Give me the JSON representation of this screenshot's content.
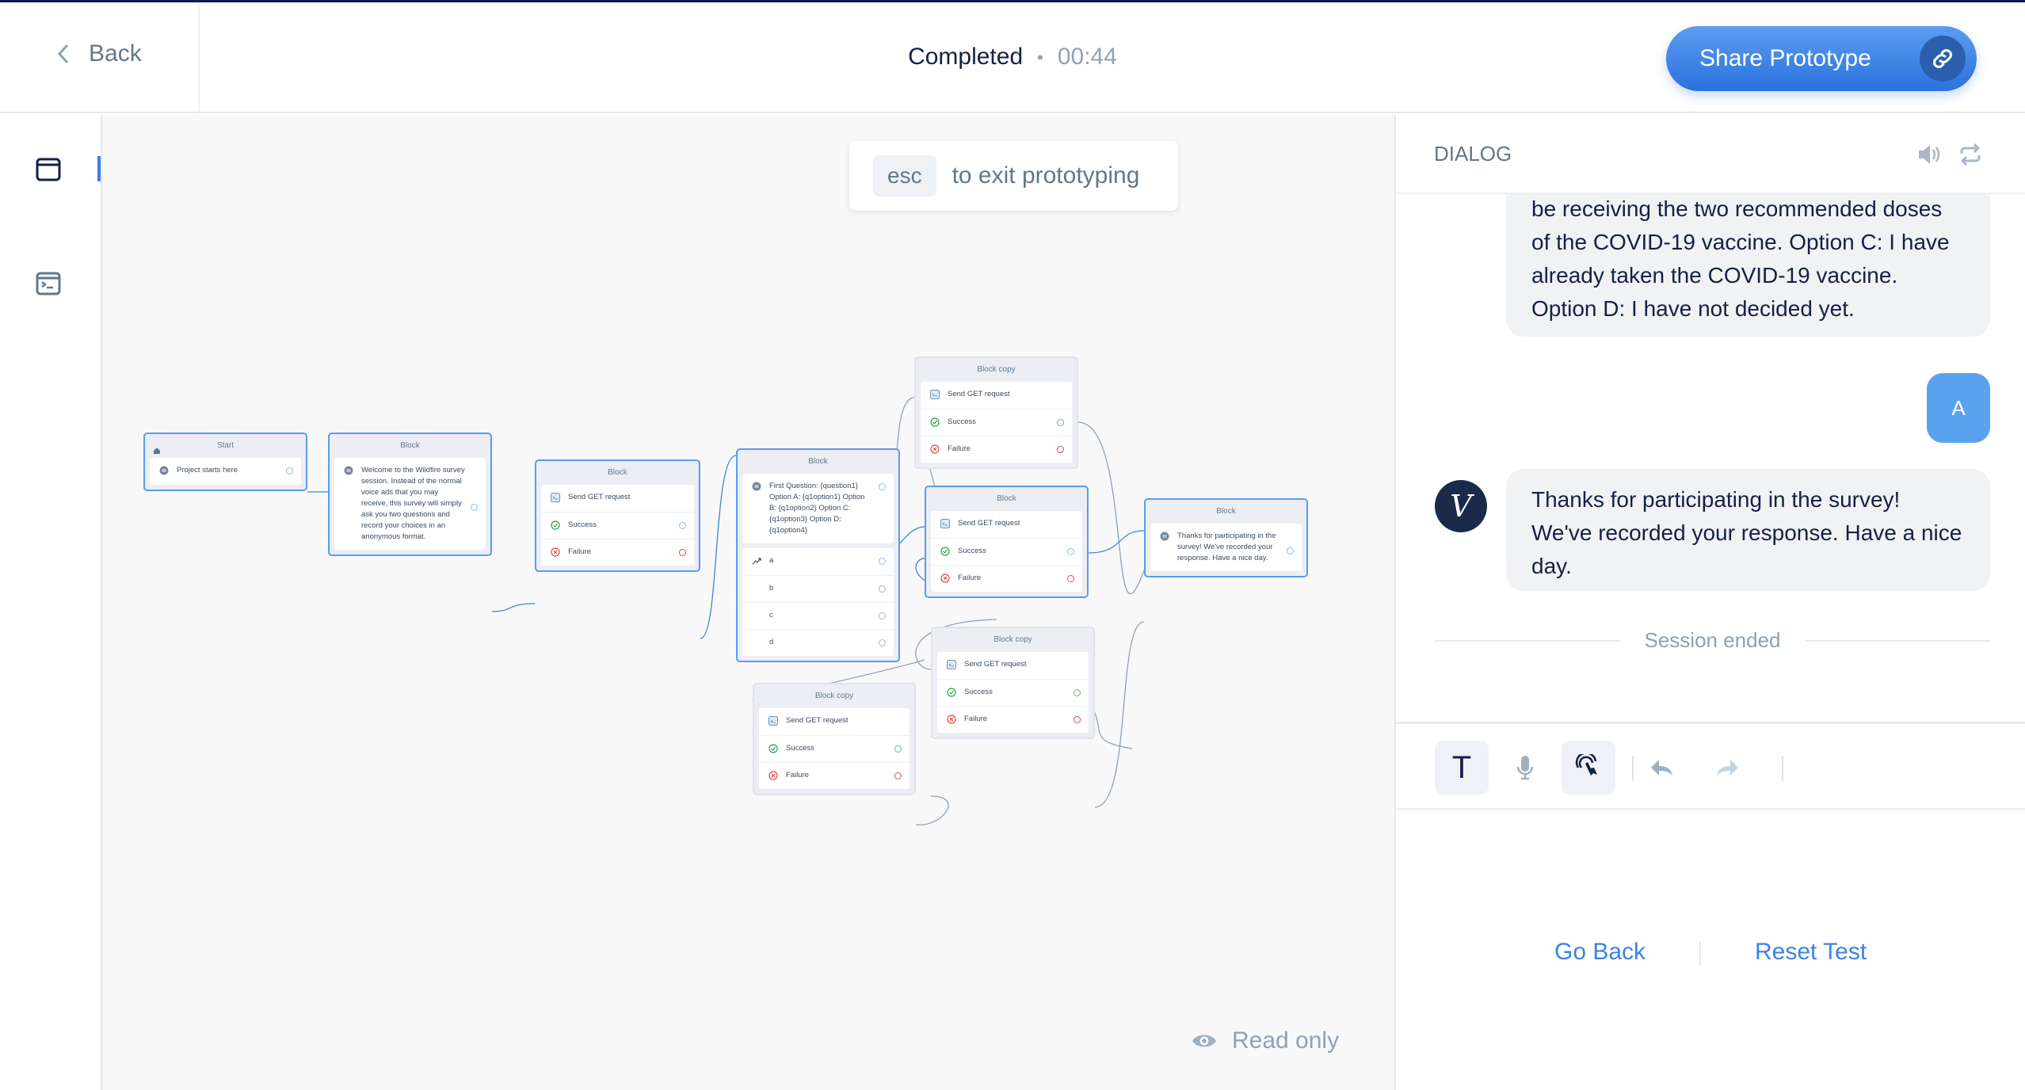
{
  "header": {
    "back_label": "Back",
    "status": "Completed",
    "separator": "•",
    "timer": "00:44",
    "share_label": "Share Prototype"
  },
  "sidebar": {
    "items": [
      {
        "icon": "canvas-icon",
        "active": true
      },
      {
        "icon": "code-terminal-icon",
        "active": false
      }
    ]
  },
  "canvas": {
    "esc_key": "esc",
    "esc_hint": "to exit prototyping",
    "read_only": "Read only",
    "blocks": [
      {
        "title": "Start",
        "home": true,
        "rows": [
          {
            "type": "speak",
            "label": "Project starts here"
          }
        ]
      },
      {
        "title": "Block",
        "rows": [
          {
            "type": "speak",
            "label": "Welcome to the Wildfire survey session. Instead of the normal voice ads that you may receive, this survey will simply ask you two questions and record your choices in an anonymous format."
          }
        ]
      },
      {
        "title": "Block",
        "rows": [
          {
            "type": "api",
            "label": "Send GET request"
          },
          {
            "type": "success",
            "label": "Success"
          },
          {
            "type": "failure",
            "label": "Failure"
          }
        ]
      },
      {
        "title": "Block",
        "rows": [
          {
            "type": "speak",
            "label": "First Question: {question1} Option A: {q1option1} Option B: {q1option2} Option C: {q1option3} Option D: {q1option4}"
          },
          {
            "type": "choice",
            "label": "a"
          },
          {
            "type": "plain",
            "label": "b"
          },
          {
            "type": "plain",
            "label": "c"
          },
          {
            "type": "plain",
            "label": "d"
          }
        ]
      },
      {
        "title": "Block copy",
        "rows": [
          {
            "type": "api",
            "label": "Send GET request"
          },
          {
            "type": "success",
            "label": "Success"
          },
          {
            "type": "failure",
            "label": "Failure"
          }
        ]
      },
      {
        "title": "Block",
        "rows": [
          {
            "type": "api",
            "label": "Send GET request"
          },
          {
            "type": "success",
            "label": "Success"
          },
          {
            "type": "failure",
            "label": "Failure"
          }
        ]
      },
      {
        "title": "Block",
        "rows": [
          {
            "type": "speak",
            "label": "Thanks for participating in the survey! We've recorded your response. Have a nice day."
          }
        ]
      },
      {
        "title": "Block copy",
        "rows": [
          {
            "type": "api",
            "label": "Send GET request"
          },
          {
            "type": "success",
            "label": "Success"
          },
          {
            "type": "failure",
            "label": "Failure"
          }
        ]
      },
      {
        "title": "Block copy",
        "rows": [
          {
            "type": "api",
            "label": "Send GET request"
          },
          {
            "type": "success",
            "label": "Success"
          },
          {
            "type": "failure",
            "label": "Failure"
          }
        ]
      }
    ]
  },
  "dialog": {
    "title": "DIALOG",
    "messages": [
      {
        "from": "bot",
        "text": "be receiving the two recommended doses of the COVID-19 vaccine. Option C: I have already taken the COVID-19 vaccine. Option D: I have not decided yet."
      },
      {
        "from": "user",
        "text": "A"
      },
      {
        "from": "bot",
        "avatar": "V",
        "text": "Thanks for participating in the survey! We've recorded your response. Have a nice day."
      }
    ],
    "session_ended": "Session ended",
    "tools": {
      "text_mode": "T"
    },
    "go_back": "Go Back",
    "reset_test": "Reset Test"
  },
  "colors": {
    "accent": "#3d82e2",
    "selected_border": "#5b9bf0",
    "success": "#2e9e4f",
    "failure": "#e04848"
  }
}
